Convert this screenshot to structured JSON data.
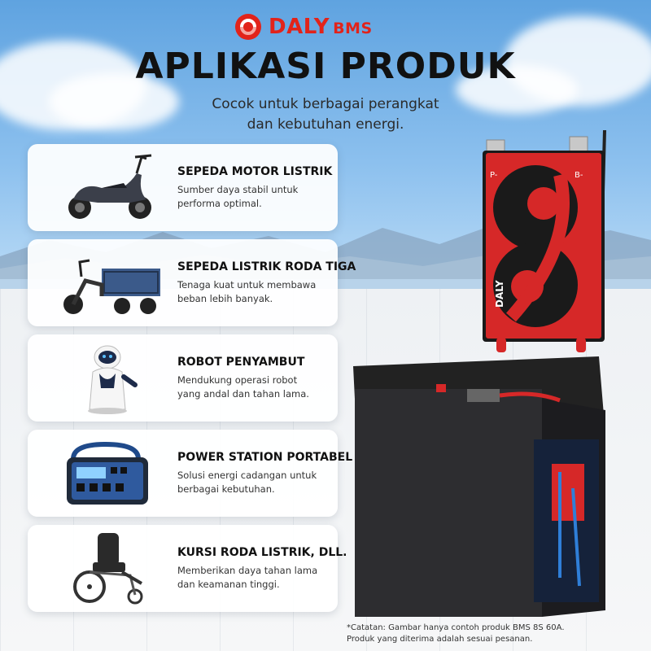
{
  "brand": {
    "name": "DALY",
    "suffix": "BMS",
    "color": "#e2231a"
  },
  "header": {
    "title": "APLIKASI PRODUK",
    "subtitle_line1": "Cocok untuk berbagai perangkat",
    "subtitle_line2": "dan kebutuhan energi."
  },
  "cards": [
    {
      "title": "SEPEDA MOTOR LISTRIK",
      "desc_line1": "Sumber daya stabil untuk",
      "desc_line2": "performa optimal.",
      "icon": "electric-scooter-icon"
    },
    {
      "title": "SEPEDA LISTRIK RODA TIGA",
      "desc_line1": "Tenaga kuat untuk membawa",
      "desc_line2": "beban lebih banyak.",
      "icon": "electric-tricycle-icon"
    },
    {
      "title": "ROBOT PENYAMBUT",
      "desc_line1": "Mendukung operasi robot",
      "desc_line2": "yang andal dan tahan lama.",
      "icon": "reception-robot-icon"
    },
    {
      "title": "POWER STATION PORTABEL",
      "desc_line1": "Solusi energi cadangan untuk",
      "desc_line2": "berbagai kebutuhan.",
      "icon": "portable-power-station-icon"
    },
    {
      "title": "KURSI RODA LISTRIK, DLL.",
      "desc_line1": "Memberikan daya tahan lama",
      "desc_line2": "dan keamanan tinggi.",
      "icon": "electric-wheelchair-icon"
    }
  ],
  "bms_board": {
    "pos_label": "P-",
    "neg_label": "B-",
    "brand": "DALY"
  },
  "note": {
    "line1": "*Catatan: Gambar hanya contoh produk BMS 8S 60A.",
    "line2": "Produk yang diterima adalah sesuai pesanan."
  }
}
